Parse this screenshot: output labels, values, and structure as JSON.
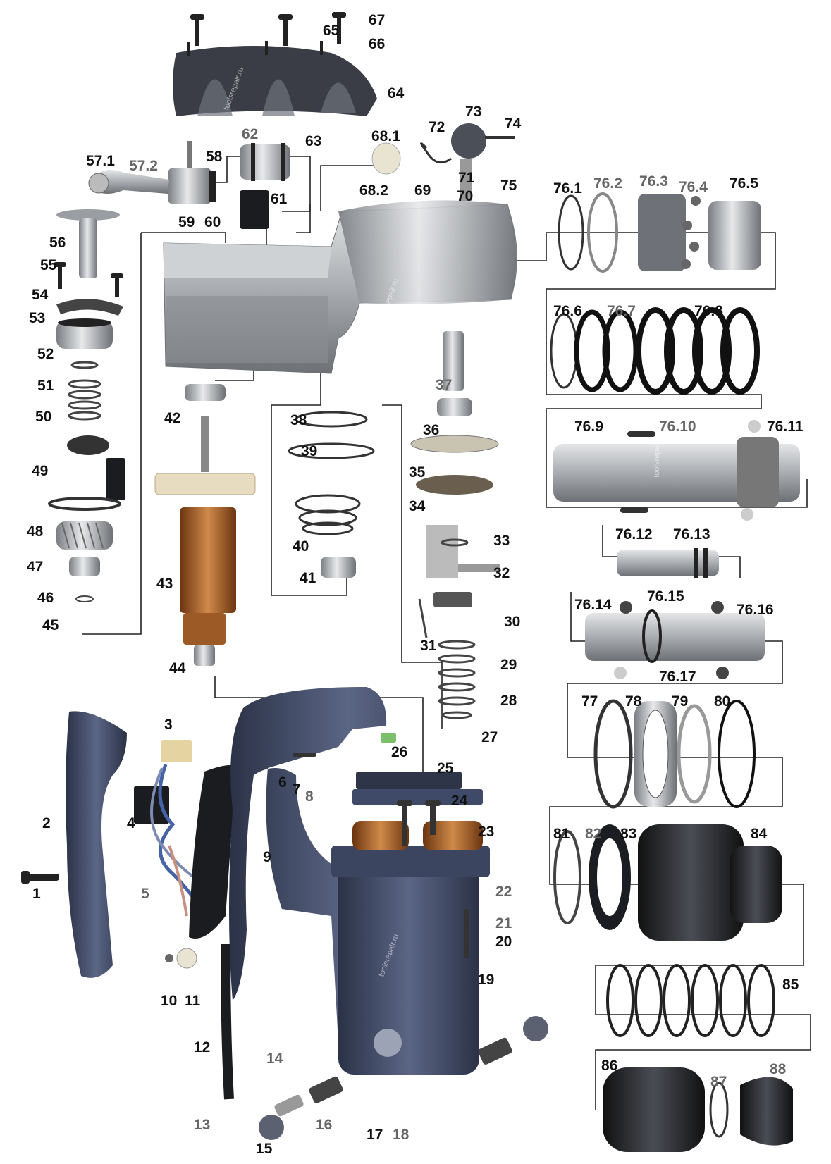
{
  "palette": {
    "housing": "#a9acb0",
    "housing_dark": "#5d6066",
    "handle": "#4e5874",
    "handle_dark": "#2b3247",
    "copper": "#b8692a",
    "gear_cream": "#e8dcc0",
    "steel": "#c8cbcf",
    "leader": "#222222"
  },
  "watermark": "toolsrepair.ru",
  "callouts": [
    {
      "id": "1",
      "text": "1"
    },
    {
      "id": "2",
      "text": "2"
    },
    {
      "id": "3",
      "text": "3"
    },
    {
      "id": "4",
      "text": "4"
    },
    {
      "id": "5",
      "text": "5"
    },
    {
      "id": "6",
      "text": "6"
    },
    {
      "id": "7",
      "text": "7"
    },
    {
      "id": "8",
      "text": "8"
    },
    {
      "id": "9",
      "text": "9"
    },
    {
      "id": "10",
      "text": "10"
    },
    {
      "id": "11",
      "text": "11"
    },
    {
      "id": "12",
      "text": "12"
    },
    {
      "id": "13",
      "text": "13"
    },
    {
      "id": "14",
      "text": "14"
    },
    {
      "id": "15",
      "text": "15"
    },
    {
      "id": "16",
      "text": "16"
    },
    {
      "id": "17",
      "text": "17"
    },
    {
      "id": "18",
      "text": "18"
    },
    {
      "id": "19",
      "text": "19"
    },
    {
      "id": "20",
      "text": "20"
    },
    {
      "id": "21",
      "text": "21"
    },
    {
      "id": "22",
      "text": "22"
    },
    {
      "id": "23",
      "text": "23"
    },
    {
      "id": "24",
      "text": "24"
    },
    {
      "id": "25",
      "text": "25"
    },
    {
      "id": "26",
      "text": "26"
    },
    {
      "id": "27",
      "text": "27"
    },
    {
      "id": "28",
      "text": "28"
    },
    {
      "id": "29",
      "text": "29"
    },
    {
      "id": "30",
      "text": "30"
    },
    {
      "id": "31",
      "text": "31"
    },
    {
      "id": "32",
      "text": "32"
    },
    {
      "id": "33",
      "text": "33"
    },
    {
      "id": "34",
      "text": "34"
    },
    {
      "id": "35",
      "text": "35"
    },
    {
      "id": "36",
      "text": "36"
    },
    {
      "id": "37",
      "text": "37"
    },
    {
      "id": "38",
      "text": "38"
    },
    {
      "id": "39",
      "text": "39"
    },
    {
      "id": "40",
      "text": "40"
    },
    {
      "id": "41",
      "text": "41"
    },
    {
      "id": "42",
      "text": "42"
    },
    {
      "id": "43",
      "text": "43"
    },
    {
      "id": "44",
      "text": "44"
    },
    {
      "id": "45",
      "text": "45"
    },
    {
      "id": "46",
      "text": "46"
    },
    {
      "id": "47",
      "text": "47"
    },
    {
      "id": "48",
      "text": "48"
    },
    {
      "id": "49",
      "text": "49"
    },
    {
      "id": "50",
      "text": "50"
    },
    {
      "id": "51",
      "text": "51"
    },
    {
      "id": "52",
      "text": "52"
    },
    {
      "id": "53",
      "text": "53"
    },
    {
      "id": "54",
      "text": "54"
    },
    {
      "id": "55",
      "text": "55"
    },
    {
      "id": "56",
      "text": "56"
    },
    {
      "id": "57_1",
      "text": "57.1"
    },
    {
      "id": "57_2",
      "text": "57.2"
    },
    {
      "id": "58",
      "text": "58"
    },
    {
      "id": "59",
      "text": "59"
    },
    {
      "id": "60",
      "text": "60"
    },
    {
      "id": "61",
      "text": "61"
    },
    {
      "id": "62",
      "text": "62"
    },
    {
      "id": "63",
      "text": "63"
    },
    {
      "id": "64",
      "text": "64"
    },
    {
      "id": "65",
      "text": "65"
    },
    {
      "id": "66",
      "text": "66"
    },
    {
      "id": "67",
      "text": "67"
    },
    {
      "id": "68_1",
      "text": "68.1"
    },
    {
      "id": "68_2",
      "text": "68.2"
    },
    {
      "id": "69",
      "text": "69"
    },
    {
      "id": "70",
      "text": "70"
    },
    {
      "id": "71",
      "text": "71"
    },
    {
      "id": "72",
      "text": "72"
    },
    {
      "id": "73",
      "text": "73"
    },
    {
      "id": "74",
      "text": "74"
    },
    {
      "id": "75",
      "text": "75"
    },
    {
      "id": "76_1",
      "text": "76.1"
    },
    {
      "id": "76_2",
      "text": "76.2"
    },
    {
      "id": "76_3",
      "text": "76.3"
    },
    {
      "id": "76_4",
      "text": "76.4"
    },
    {
      "id": "76_5",
      "text": "76.5"
    },
    {
      "id": "76_6",
      "text": "76.6"
    },
    {
      "id": "76_7",
      "text": "76.7"
    },
    {
      "id": "76_8",
      "text": "76.8"
    },
    {
      "id": "76_9",
      "text": "76.9"
    },
    {
      "id": "76_10",
      "text": "76.10"
    },
    {
      "id": "76_11",
      "text": "76.11"
    },
    {
      "id": "76_12",
      "text": "76.12"
    },
    {
      "id": "76_13",
      "text": "76.13"
    },
    {
      "id": "76_14",
      "text": "76.14"
    },
    {
      "id": "76_15",
      "text": "76.15"
    },
    {
      "id": "76_16",
      "text": "76.16"
    },
    {
      "id": "76_17",
      "text": "76.17"
    },
    {
      "id": "77",
      "text": "77"
    },
    {
      "id": "78",
      "text": "78"
    },
    {
      "id": "79",
      "text": "79"
    },
    {
      "id": "80",
      "text": "80"
    },
    {
      "id": "81",
      "text": "81"
    },
    {
      "id": "82",
      "text": "82"
    },
    {
      "id": "83",
      "text": "83"
    },
    {
      "id": "84",
      "text": "84"
    },
    {
      "id": "85",
      "text": "85"
    },
    {
      "id": "86",
      "text": "86"
    },
    {
      "id": "87",
      "text": "87"
    },
    {
      "id": "88",
      "text": "88"
    }
  ]
}
